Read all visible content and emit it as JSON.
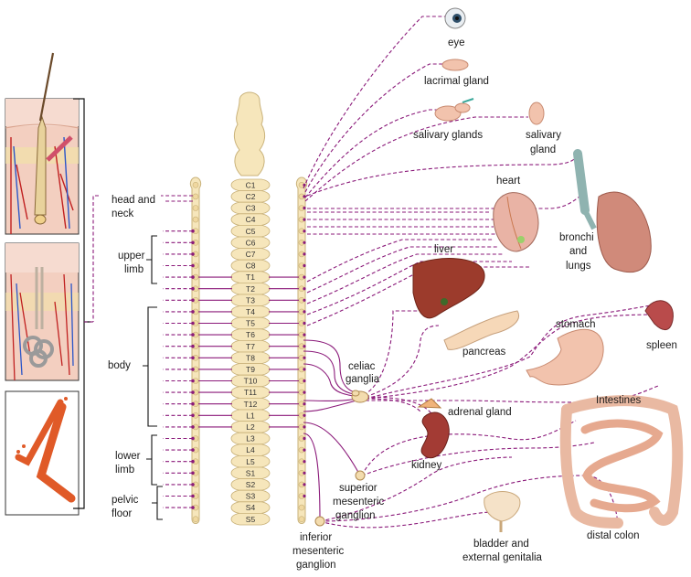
{
  "body_regions": {
    "head_neck": [
      "head and",
      "neck"
    ],
    "upper_limb": [
      "upper",
      "limb"
    ],
    "body": "body",
    "lower_limb": [
      "lower",
      "limb"
    ],
    "pelvic_floor": [
      "pelvic",
      "floor"
    ]
  },
  "spinal_segments": [
    "C1",
    "C2",
    "C3",
    "C4",
    "C5",
    "C6",
    "C7",
    "C8",
    "T1",
    "T2",
    "T3",
    "T4",
    "T5",
    "T6",
    "T7",
    "T8",
    "T9",
    "T10",
    "T11",
    "T12",
    "L1",
    "L2",
    "L3",
    "L4",
    "L5",
    "S1",
    "S2",
    "S3",
    "S4",
    "S5"
  ],
  "organs": {
    "eye": "eye",
    "lacrimal_gland": "lacrimal gland",
    "salivary_glands": "salivary glands",
    "salivary_gland": [
      "salivary",
      "gland"
    ],
    "heart": "heart",
    "bronchi_lungs": [
      "bronchi",
      "and",
      "lungs"
    ],
    "liver": "liver",
    "pancreas": "pancreas",
    "stomach": "stomach",
    "spleen": "spleen",
    "adrenal_gland": "adrenal gland",
    "intestines": "Intestines",
    "kidney": "kidney",
    "distal_colon": "distal colon",
    "bladder": [
      "bladder and",
      "external genitalia"
    ]
  },
  "ganglia": {
    "celiac": [
      "celiac",
      "ganglia"
    ],
    "superior_mesenteric": [
      "superior",
      "mesenteric",
      "ganglion"
    ],
    "inferior_mesenteric": [
      "inferior",
      "mesenteric",
      "ganglion"
    ]
  },
  "colors": {
    "nerve": "#8b1a7a",
    "spine": "#f6e6bb",
    "spine_outline": "#c9b27a",
    "organ_red": "#9c3b2c",
    "intestine": "#e9b9a2"
  }
}
